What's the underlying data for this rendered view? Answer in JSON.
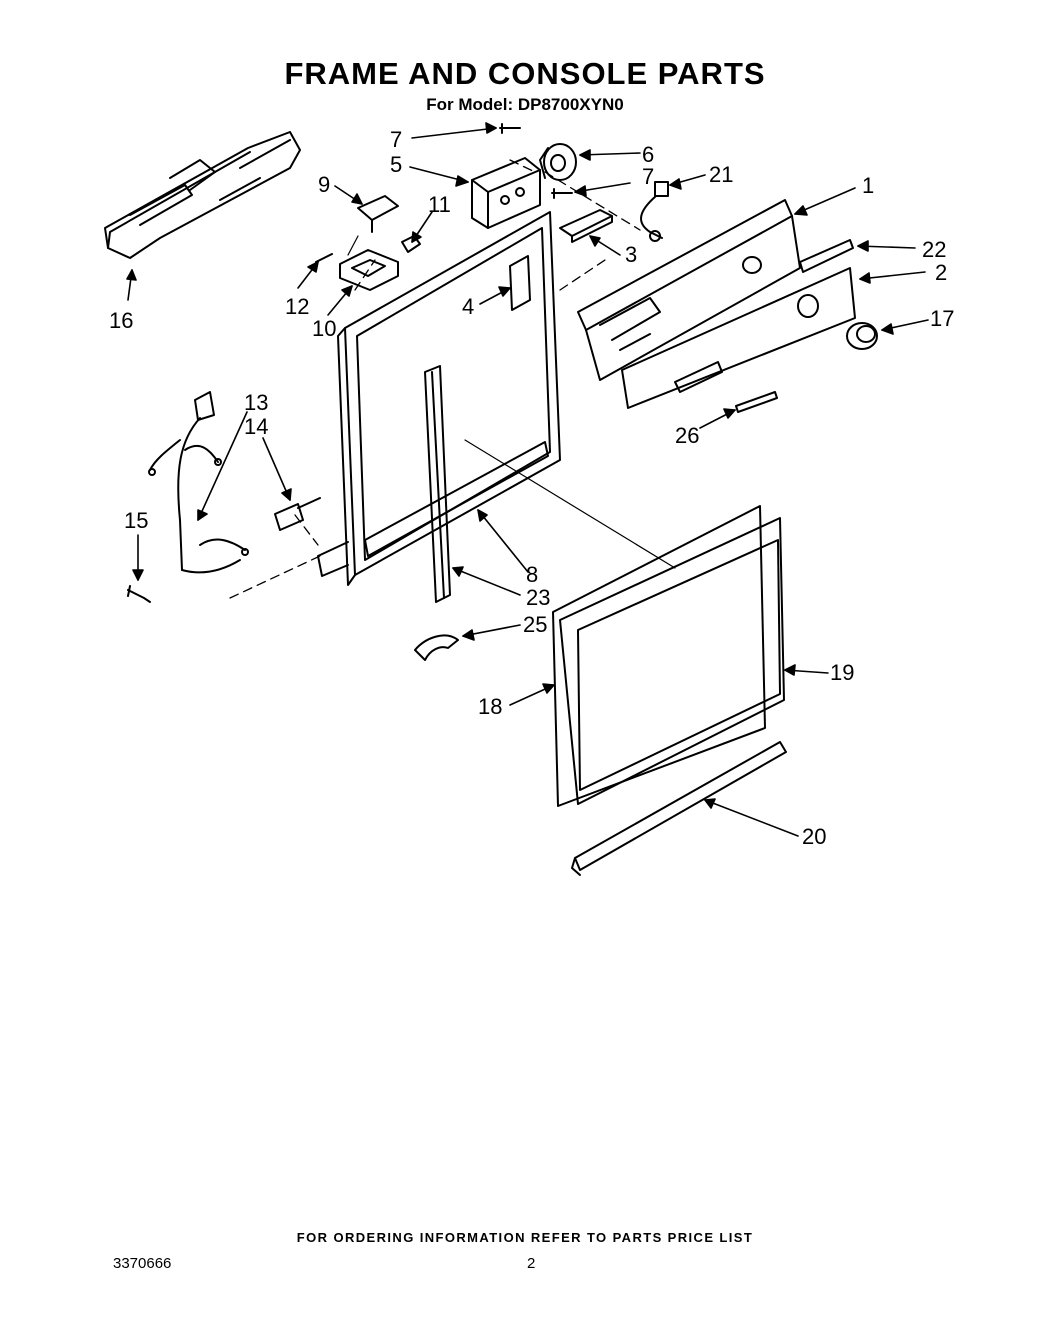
{
  "header": {
    "title": "FRAME AND CONSOLE PARTS",
    "model": "For Model: DP8700XYN0"
  },
  "callouts": {
    "c1": "1",
    "c2": "2",
    "c3": "3",
    "c4": "4",
    "c5": "5",
    "c6": "6",
    "c7a": "7",
    "c7b": "7",
    "c8": "8",
    "c9": "9",
    "c10": "10",
    "c11": "11",
    "c12": "12",
    "c13": "13",
    "c14": "14",
    "c15": "15",
    "c16": "16",
    "c17": "17",
    "c18": "18",
    "c19": "19",
    "c20": "20",
    "c21": "21",
    "c22": "22",
    "c23": "23",
    "c25": "25",
    "c26": "26"
  },
  "footer": {
    "ordering_note": "FOR ORDERING INFORMATION REFER TO PARTS PRICE LIST",
    "document_number": "3370666",
    "page_number": "2"
  }
}
